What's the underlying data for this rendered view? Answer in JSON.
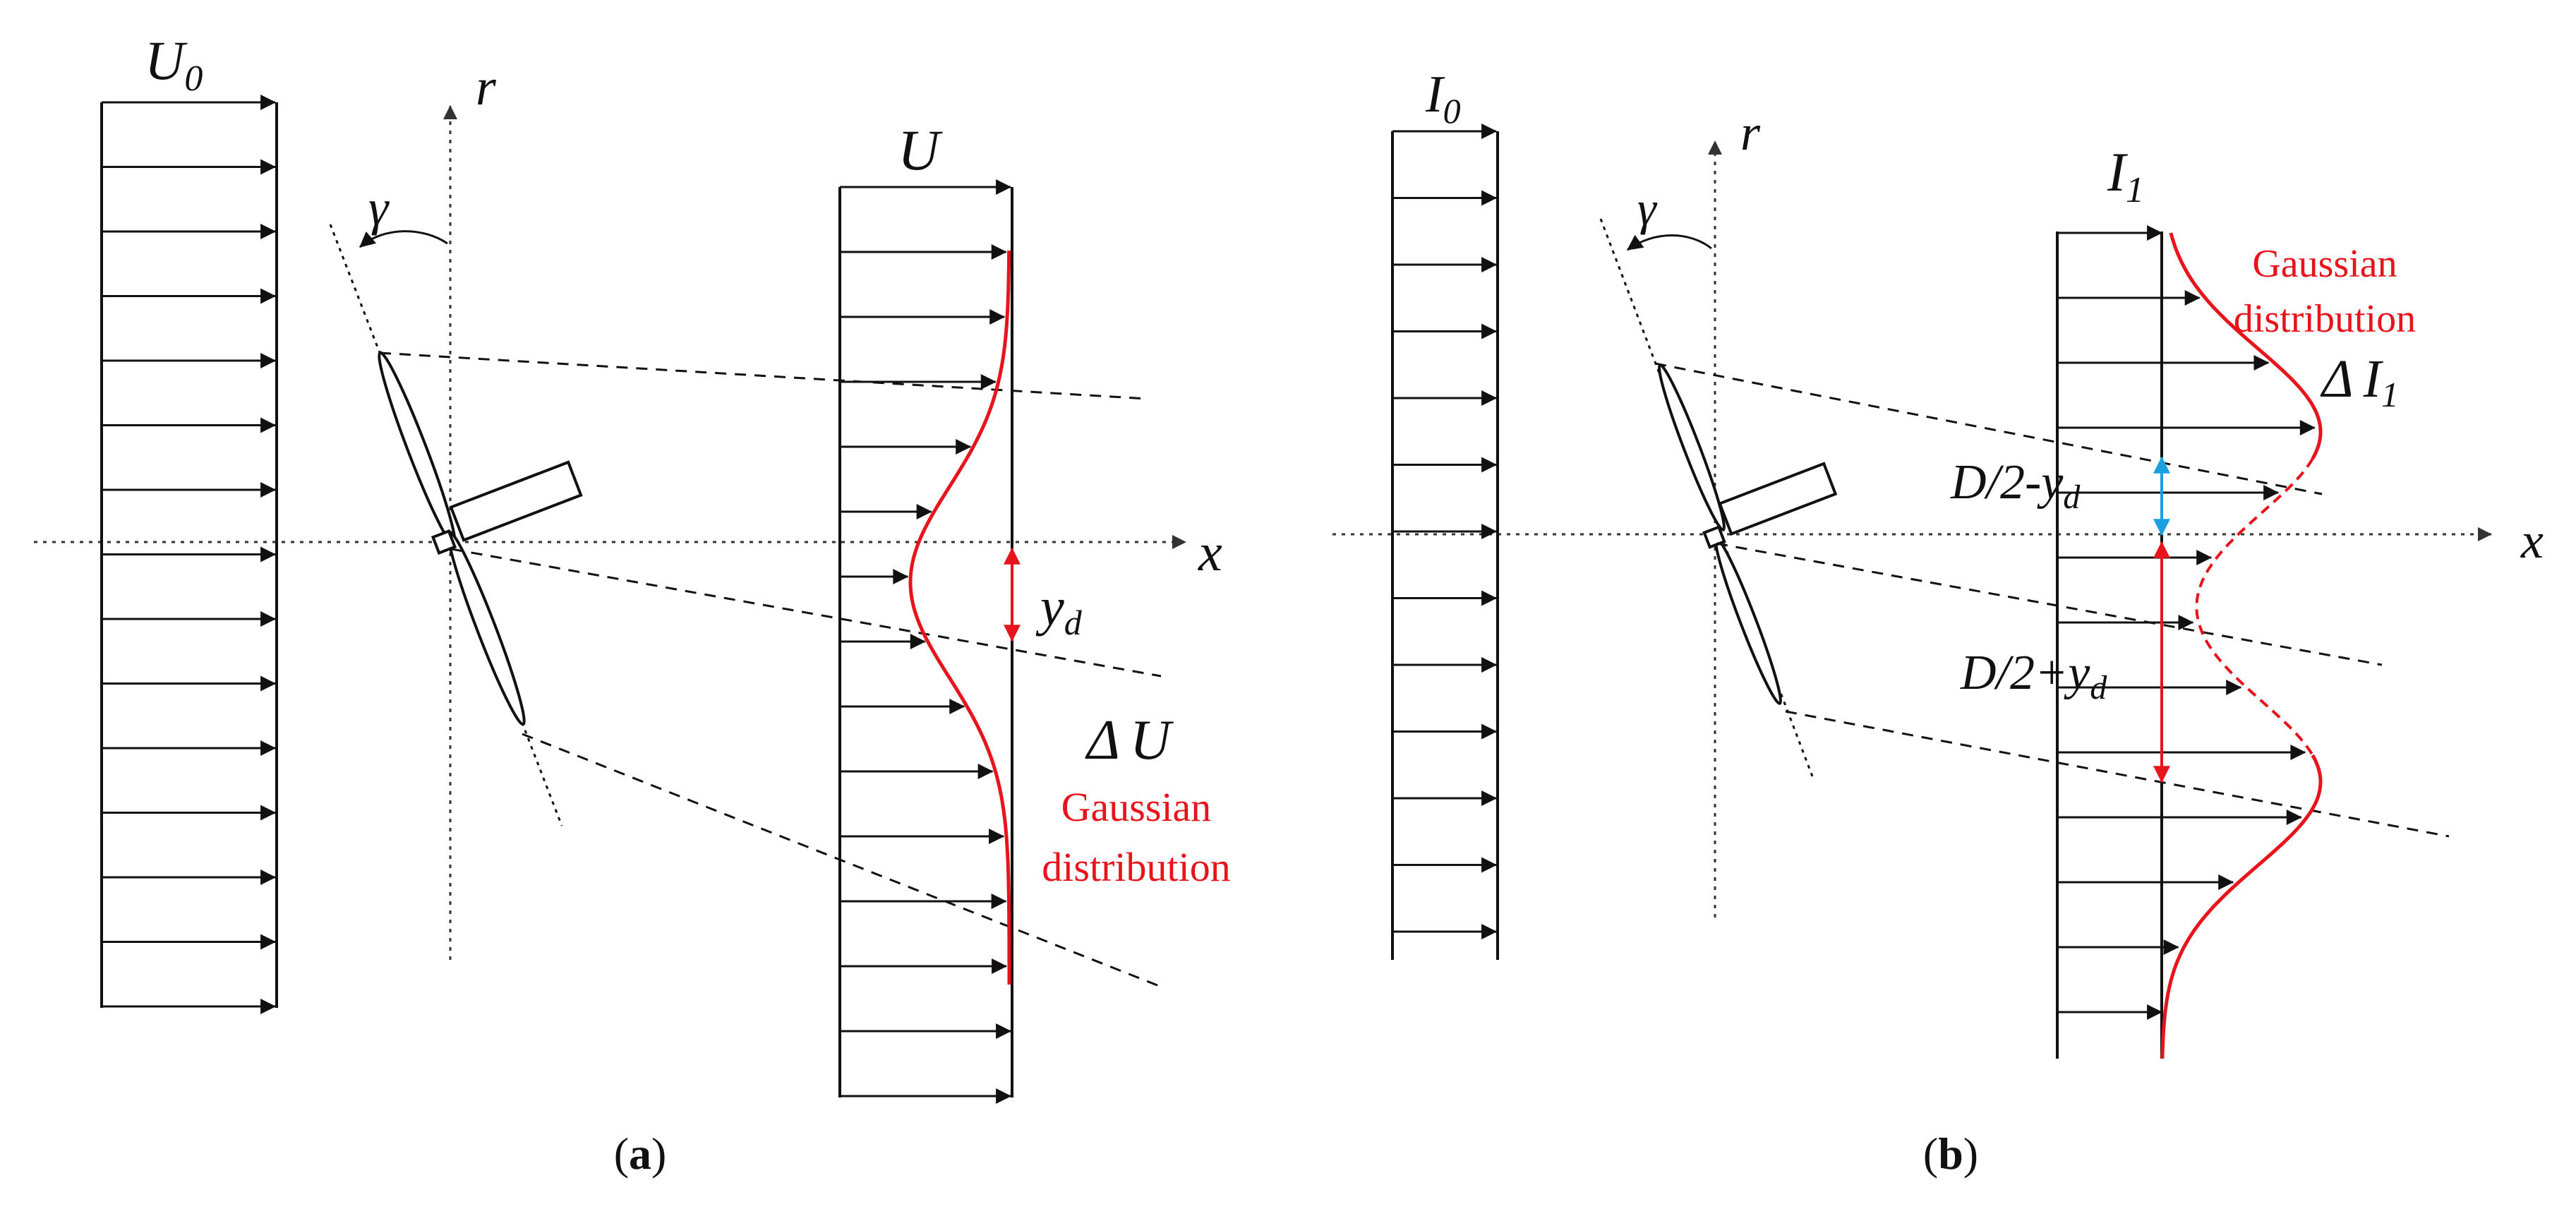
{
  "panel_a": {
    "inflow_label": "U",
    "inflow_sub": "0",
    "wake_label": "U",
    "axis_r": "r",
    "axis_x": "x",
    "yaw_symbol": "γ",
    "offset_label": "y",
    "offset_sub": "d",
    "deficit_delta": "Δ",
    "deficit_symbol": "U",
    "dist_line1": "Gaussian",
    "dist_line2": "distribution",
    "caption_open": "(",
    "caption_letter": "a",
    "caption_close": ")"
  },
  "panel_b": {
    "inflow_label": "I",
    "inflow_sub": "0",
    "wake_label": "I",
    "wake_sub": "1",
    "axis_r": "r",
    "axis_x": "x",
    "yaw_symbol": "γ",
    "upper_label": "D/2-y",
    "upper_sub": "d",
    "lower_label": "D/2+y",
    "lower_sub": "d",
    "dist_line1": "Gaussian",
    "dist_line2": "distribution",
    "delta": "Δ",
    "delta_symbol": "I",
    "delta_sub": "1",
    "caption_open": "(",
    "caption_letter": "b",
    "caption_close": ")"
  },
  "colors": {
    "ink": "#111111",
    "gaussian": "#e8141c",
    "half_span_arrow": "#1aa0e0"
  }
}
